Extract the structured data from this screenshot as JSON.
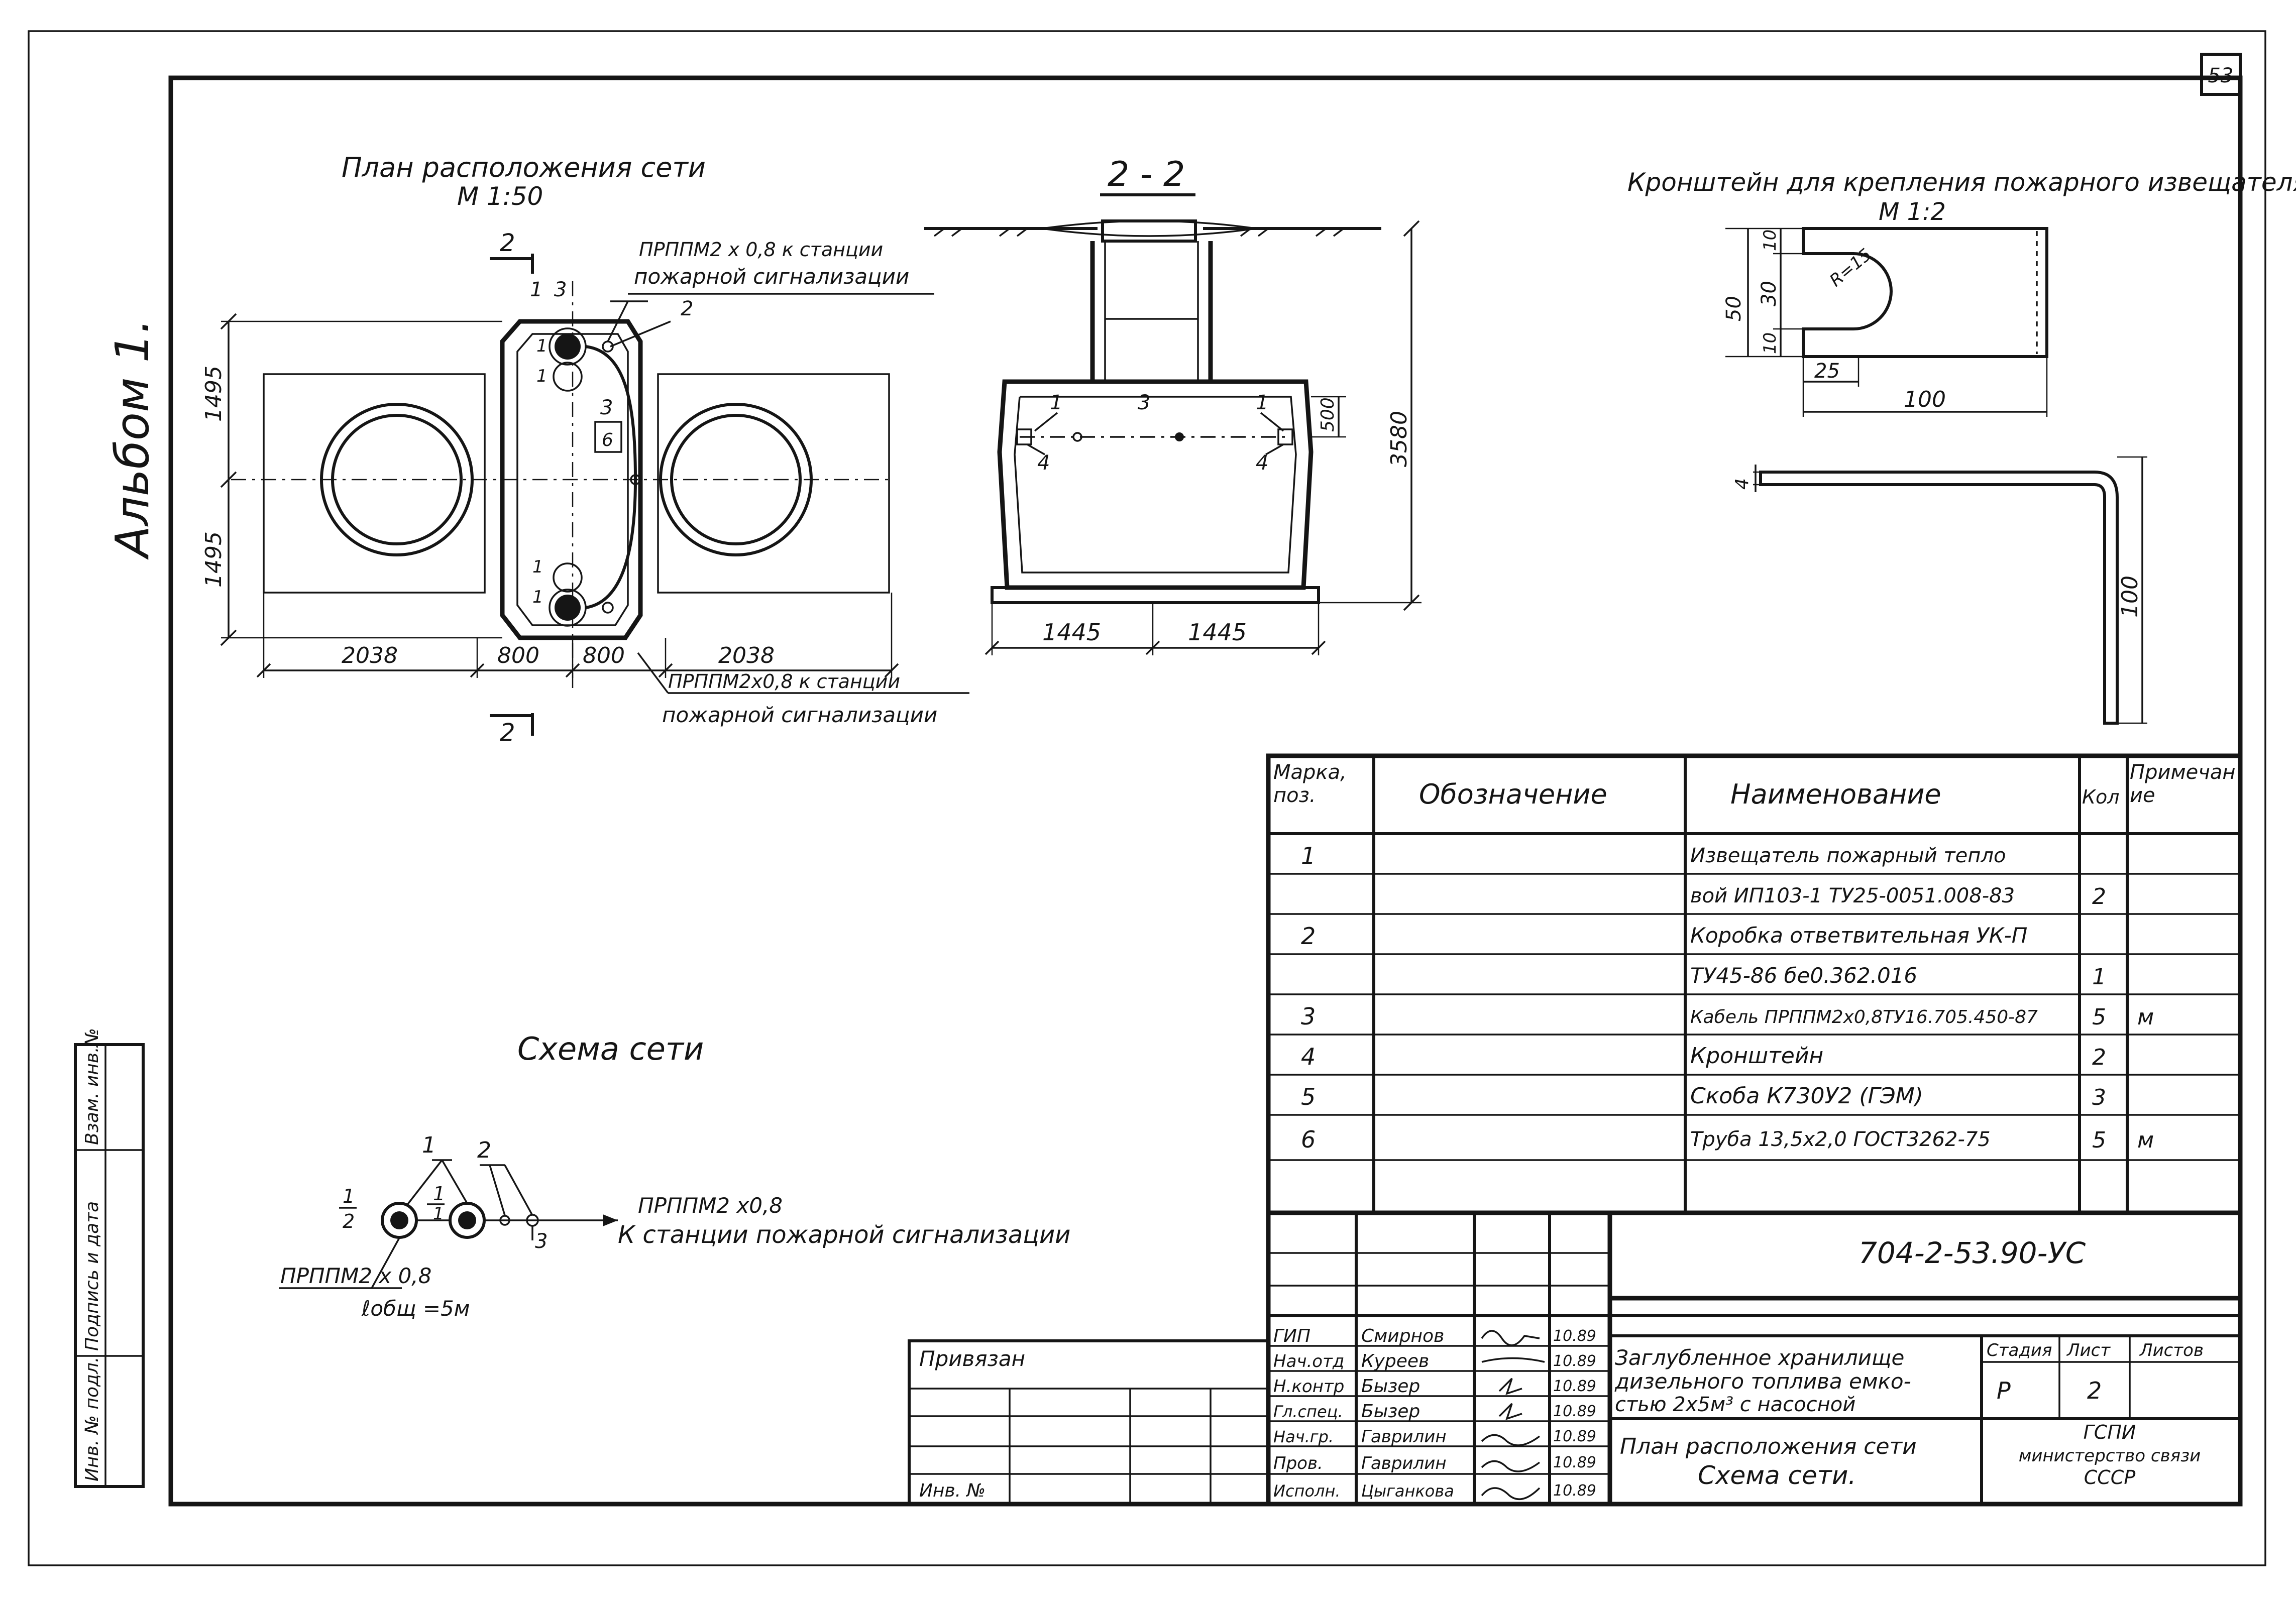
{
  "sheet": {
    "page_number": "53",
    "album_label": "Альбом 1.",
    "side_stamp": [
      "Инв. № подл.",
      "Подпись и дата",
      "Взам. инв.№"
    ]
  },
  "plan": {
    "title": "План расположения сети",
    "scale": "М 1:50",
    "section_mark": "2",
    "dim_1495_top": "1495",
    "dim_1495_bottom": "1495",
    "dim_2038_left": "2038",
    "dim_800_left": "800",
    "dim_800_right": "800",
    "dim_2038_right": "2038",
    "cable_note_top_1": "ПРППМ2 x 0,8 к станции",
    "cable_note_top_2": "пожарной сигнализации",
    "cable_note_bottom_1": "ПРППМ2x0,8 к станции",
    "cable_note_bottom_2": "пожарной сигнализации",
    "pos_labels": [
      "1",
      "3",
      "2",
      "1",
      "1",
      "3",
      "6",
      "1",
      "1"
    ]
  },
  "section": {
    "title": "2 - 2",
    "dim_500": "500",
    "dim_3580": "3580",
    "dim_1445_left": "1445",
    "dim_1445_right": "1445",
    "pos_labels": [
      "1",
      "3",
      "1",
      "4",
      "4"
    ]
  },
  "bracket": {
    "title": "Кронштейн для крепления пожарного извещателя",
    "scale": "М 1:2",
    "dim_r": "R=15",
    "dim_50": "50",
    "dim_10_top": "10",
    "dim_30": "30",
    "dim_10_bottom": "10",
    "dim_25": "25",
    "dim_100_horizontal": "100",
    "dim_4": "4",
    "dim_100_vertical": "100"
  },
  "scheme": {
    "title": "Схема сети",
    "label_1": "1",
    "label_2": "2",
    "label_3": "3",
    "fraction_left_num": "1",
    "fraction_left_den": "2",
    "fraction_mid_num": "1",
    "fraction_mid_den": "1",
    "cable_right_1": "ПРППМ2 x0,8",
    "cable_right_2": "К станции пожарной сигнализации",
    "cable_left": "ПРППМ2 x 0,8",
    "length_note": "ℓобщ =5м"
  },
  "spec_table": {
    "headers": {
      "mark": "Марка, поз.",
      "designation": "Обозначение",
      "name": "Наименование",
      "qty": "Кол",
      "note": "Примечание"
    },
    "rows": [
      {
        "mark": "1",
        "designation": "",
        "name": "Извещатель пожарный тепло",
        "qty": "",
        "note": ""
      },
      {
        "mark": "",
        "designation": "",
        "name": "вой ИП103-1 ТУ25-0051.008-83",
        "qty": "2",
        "note": ""
      },
      {
        "mark": "2",
        "designation": "",
        "name": "Коробка ответвительная УК-П",
        "qty": "",
        "note": ""
      },
      {
        "mark": "",
        "designation": "",
        "name": "ТУ45-86 бе0.362.016",
        "qty": "1",
        "note": ""
      },
      {
        "mark": "3",
        "designation": "",
        "name": "Кабель ПРППМ2x0,8ТУ16.705.450-87",
        "qty": "5",
        "note": "м"
      },
      {
        "mark": "4",
        "designation": "",
        "name": "Кронштейн",
        "qty": "2",
        "note": ""
      },
      {
        "mark": "5",
        "designation": "",
        "name": "Скоба К730У2 (ГЭМ)",
        "qty": "3",
        "note": ""
      },
      {
        "mark": "6",
        "designation": "",
        "name": "Труба 13,5x2,0 ГОСТ3262-75",
        "qty": "5",
        "note": "м"
      },
      {
        "mark": "",
        "designation": "",
        "name": "",
        "qty": "",
        "note": ""
      }
    ]
  },
  "title_block": {
    "doc_code": "704-2-53.90-УС",
    "bound_label": "Привязан",
    "inv_label": "Инв. №",
    "roles": [
      "ГИП",
      "Нач.отд",
      "Н.контр",
      "Гл.спец.",
      "Нач.гр.",
      "Пров.",
      "Исполн."
    ],
    "names": [
      "Смирнов",
      "Куреев",
      "Бызер",
      "Бызер",
      "Гаврилин",
      "Гаврилин",
      "Цыганкова"
    ],
    "dates": [
      "10.89",
      "10.89",
      "10.89",
      "10.89",
      "10.89",
      "10.89",
      "10.89"
    ],
    "object_title": [
      "Заглубленное хранилище",
      "дизельного топлива емко-",
      "стью 2x5м³ с насосной"
    ],
    "sheet_title": [
      "План расположения сети",
      "Схема сети."
    ],
    "stage_label": "Стадия",
    "sheet_label": "Лист",
    "sheets_label": "Листов",
    "stage_value": "Р",
    "sheet_value": "2",
    "sheets_value": "",
    "org": [
      "ГСПИ",
      "министерство связи",
      "СССР"
    ]
  }
}
